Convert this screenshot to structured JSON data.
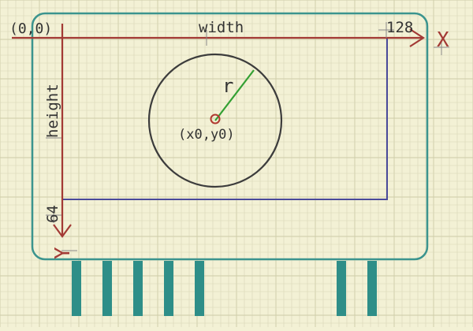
{
  "labels": {
    "origin": "(0,0)",
    "width": "width",
    "width_value": "128",
    "x_axis": "X",
    "height": "height",
    "height_value": "64",
    "y_axis": "Y",
    "radius": "r",
    "center": "(x0,y0)"
  },
  "colors": {
    "background": "#f3f1d5",
    "board_outline": "#3b948e",
    "axis": "#a33a35",
    "display_rect": "#4a4a9a",
    "circle": "#3c3c3c",
    "radius_line": "#33a033",
    "center_marker": "#b03a30",
    "pins": "#2e8e88",
    "text": "#333333"
  },
  "icons": {
    "x_arrow": "arrow-right-icon",
    "y_arrow": "arrow-down-icon",
    "center_marker": "circle-outline-icon"
  }
}
